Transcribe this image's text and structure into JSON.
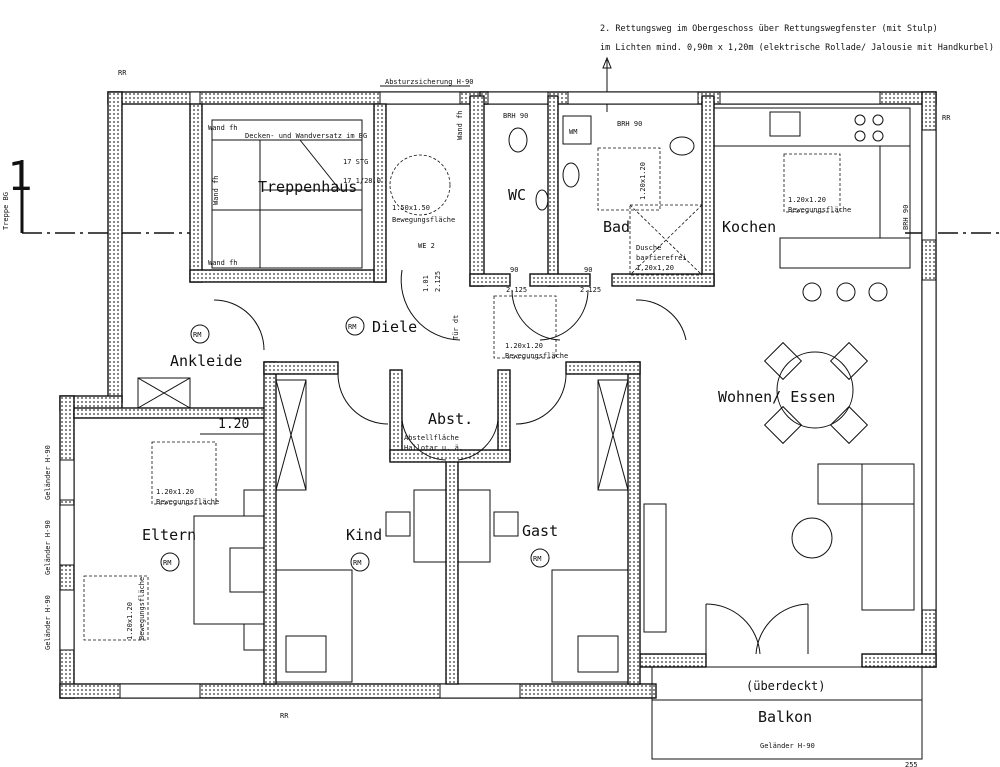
{
  "notes": {
    "escape_line1": "2. Rettungsweg im Obergeschoss über Rettungswegfenster (mit Stulp)",
    "escape_line2": "im Lichten mind. 0,90m x 1,20m (elektrische Rollade/ Jalousie mit Handkurbel)",
    "fall_protection": "Absturzsicherung H-90",
    "rr_top": "RR",
    "rr_right": "RR",
    "rr_bottom": "RR",
    "section_mark": "1",
    "stair_side": "Treppe BG",
    "dim_cut": "255"
  },
  "rooms": {
    "treppenhaus": "Treppenhaus",
    "wc": "WC",
    "bad": "Bad",
    "kochen": "Kochen",
    "diele": "Diele",
    "ankleide": "Ankleide",
    "wohnen": "Wohnen/ Essen",
    "abst": "Abst.",
    "eltern": "Eltern",
    "kind": "Kind",
    "gast": "Gast",
    "balkon": "Balkon",
    "ueberdeckt": "(überdeckt)"
  },
  "labels": {
    "rm": "RM",
    "wand_fh": "Wand fh",
    "decken": "Decken- und Wandversatz im BG",
    "stg1": "17 STG",
    "stg2": "17 1/28.0",
    "move150": "1.50x1.50",
    "move120": "1.20x1.20",
    "bewegung": "Bewegungsfläche",
    "we2": "WE 2",
    "door_101": "1.01",
    "door_2125": "2.125",
    "door_90": "90",
    "tuer_dt": "Tür dt",
    "brh90": "BRH 90",
    "brh_90": "BRH 90",
    "wm": "WM",
    "dusche1": "Dusche",
    "dusche2": "barrierefrei",
    "dusche3": "1,20x1,20",
    "abstell1": "Abstellfläche",
    "abstell2": "Hallotar u. ä.",
    "dim_120": "1.20",
    "gelaender_h90": "Geländer H-90",
    "gelaender_balkon": "Geländer H-90"
  }
}
